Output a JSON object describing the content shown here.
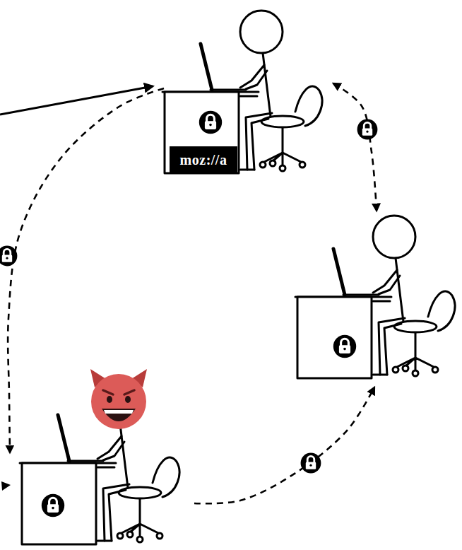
{
  "diagram": {
    "nodes": [
      {
        "text": [
          "moz://a"
        ]
      },
      {
        "text": []
      },
      {
        "text": []
      }
    ],
    "edges": [
      {
        "from": 0,
        "to": 1,
        "arrow": "both"
      },
      {
        "from": 0,
        "to": 2,
        "arrow": "to"
      },
      {
        "from": 2,
        "to": 1,
        "arrow": "to"
      }
    ]
  }
}
